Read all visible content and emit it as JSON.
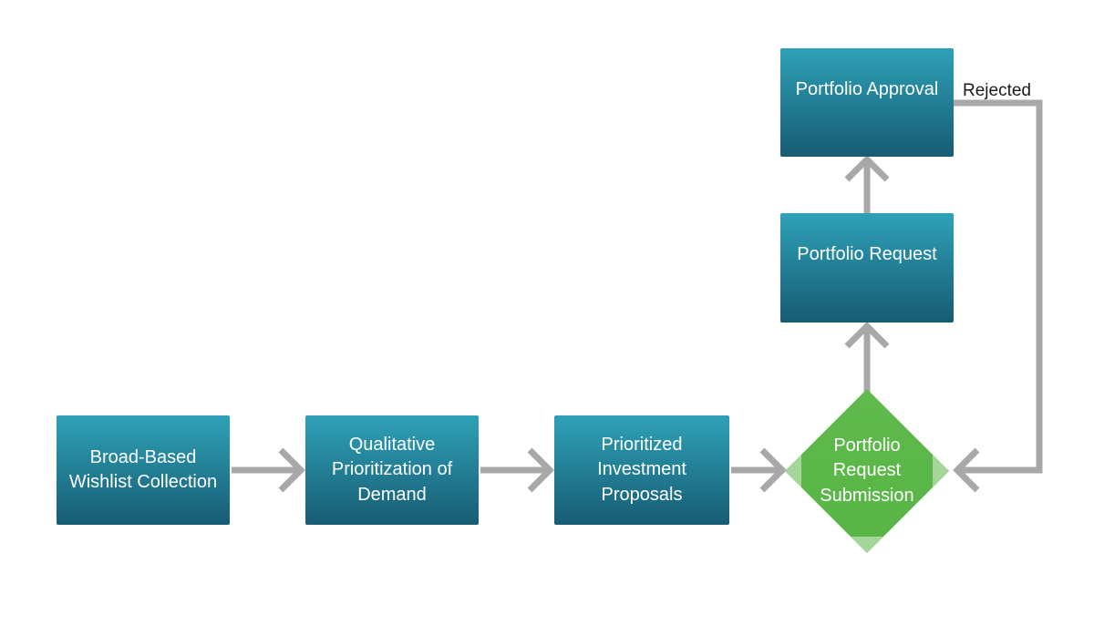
{
  "diagram": {
    "title": "portfolio-request-process-flowchart",
    "nodes": {
      "wishlist": {
        "label": "Broad-Based Wishlist Collection",
        "shape": "rectangle"
      },
      "qualitative": {
        "label": "Qualitative Prioritization of Demand",
        "shape": "rectangle"
      },
      "proposals": {
        "label": "Prioritized Investment Proposals",
        "shape": "rectangle"
      },
      "submission": {
        "label": "Portfolio Request Submission",
        "shape": "diamond"
      },
      "request": {
        "label": "Portfolio Request",
        "shape": "rectangle"
      },
      "approval": {
        "label": "Portfolio Approval",
        "shape": "rectangle"
      }
    },
    "edges": {
      "rejected_label": "Rejected"
    },
    "colors": {
      "teal_top": "#2ea1b7",
      "teal_bottom": "#175c73",
      "green_top": "#60ba4d",
      "green_bottom": "#57b445",
      "green_light": "#a5d699",
      "connector_gray": "#a8a8a8",
      "node_text": "#ffffff",
      "label_dark": "#1a1a1a"
    }
  }
}
